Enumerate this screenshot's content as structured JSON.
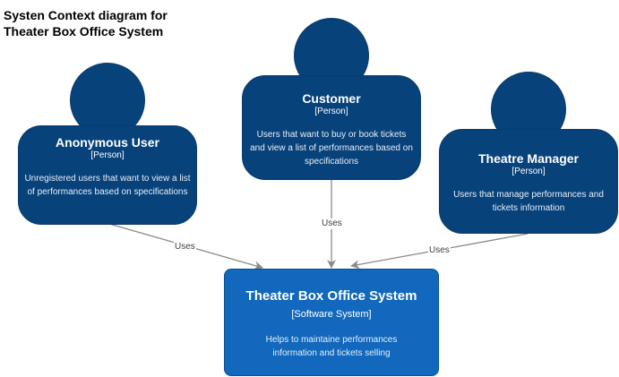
{
  "diagram": {
    "title_lines": [
      "Systen Context diagram for",
      "Theater Box Office System"
    ],
    "persons": [
      {
        "name": "Anonymous User",
        "type": "[Person]",
        "description": "Unregistered users that want to view a list of performances based on specifications"
      },
      {
        "name": "Customer",
        "type": "[Person]",
        "description": "Users that want to buy or book tickets and view a list of performances based on specifications"
      },
      {
        "name": "Theatre Manager",
        "type": "[Person]",
        "description": "Users that manage performances and tickets information"
      }
    ],
    "system": {
      "name": "Theater Box Office System",
      "type": "[Software System]",
      "description": "Helps to maintaine performances information and tickets selling"
    },
    "relationships": [
      {
        "from": "Anonymous User",
        "to": "Theater Box Office System",
        "label": "Uses"
      },
      {
        "from": "Customer",
        "to": "Theater Box Office System",
        "label": "Uses"
      },
      {
        "from": "Theatre Manager",
        "to": "Theater Box Office System",
        "label": "Uses"
      }
    ],
    "colors": {
      "person": "#08427b",
      "system": "#1168bd",
      "edge": "#8a8a8a"
    }
  }
}
